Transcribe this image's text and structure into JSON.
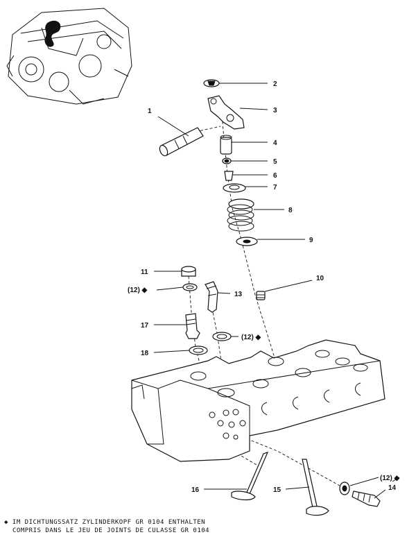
{
  "diagram": {
    "callouts": [
      {
        "id": "1",
        "text": "1"
      },
      {
        "id": "2",
        "text": "2"
      },
      {
        "id": "3",
        "text": "3"
      },
      {
        "id": "4",
        "text": "4"
      },
      {
        "id": "5",
        "text": "5"
      },
      {
        "id": "6",
        "text": "6"
      },
      {
        "id": "7",
        "text": "7"
      },
      {
        "id": "8",
        "text": "8"
      },
      {
        "id": "9",
        "text": "9"
      },
      {
        "id": "10",
        "text": "10"
      },
      {
        "id": "11",
        "text": "11"
      },
      {
        "id": "12a",
        "text": "(12) ◆"
      },
      {
        "id": "12b",
        "text": "(12) ◆"
      },
      {
        "id": "12c",
        "text": "(12) ◆"
      },
      {
        "id": "13",
        "text": "13"
      },
      {
        "id": "14",
        "text": "14"
      },
      {
        "id": "15",
        "text": "15"
      },
      {
        "id": "16",
        "text": "16"
      },
      {
        "id": "17",
        "text": "17"
      },
      {
        "id": "18",
        "text": "18"
      }
    ]
  },
  "footnote": {
    "symbol": "◆",
    "line_de": "IM DICHTUNGSSATZ ZYLINDERKOPF GR 0104 ENTHALTEN",
    "line_fr": "COMPRIS DANS LE JEU DE JOINTS DE CULASSE GR 0104"
  }
}
